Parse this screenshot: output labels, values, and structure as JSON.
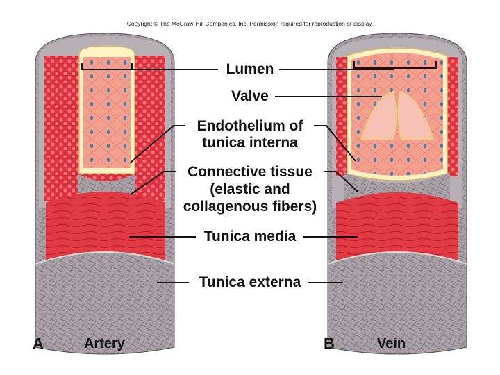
{
  "copyright": "Copyright © The McGraw-Hill Companies, Inc. Permission required for reproduction or display.",
  "labels": {
    "lumen": "Lumen",
    "valve": "Valve",
    "endothelium_line1": "Endothelium of",
    "endothelium_line2": "tunica interna",
    "connective_line1": "Connective tissue",
    "connective_line2": "(elastic and",
    "connective_line3": "collagenous fibers)",
    "tunica_media": "Tunica media",
    "tunica_externa": "Tunica externa"
  },
  "panels": [
    {
      "letter": "A",
      "name": "Artery"
    },
    {
      "letter": "B",
      "name": "Vein"
    }
  ],
  "colors": {
    "media_red": "#e23a45",
    "externa_gray": "#a8a0a4",
    "endothelium_pink": "#f4a090",
    "cell_nucleus": "#3f7fa8"
  }
}
